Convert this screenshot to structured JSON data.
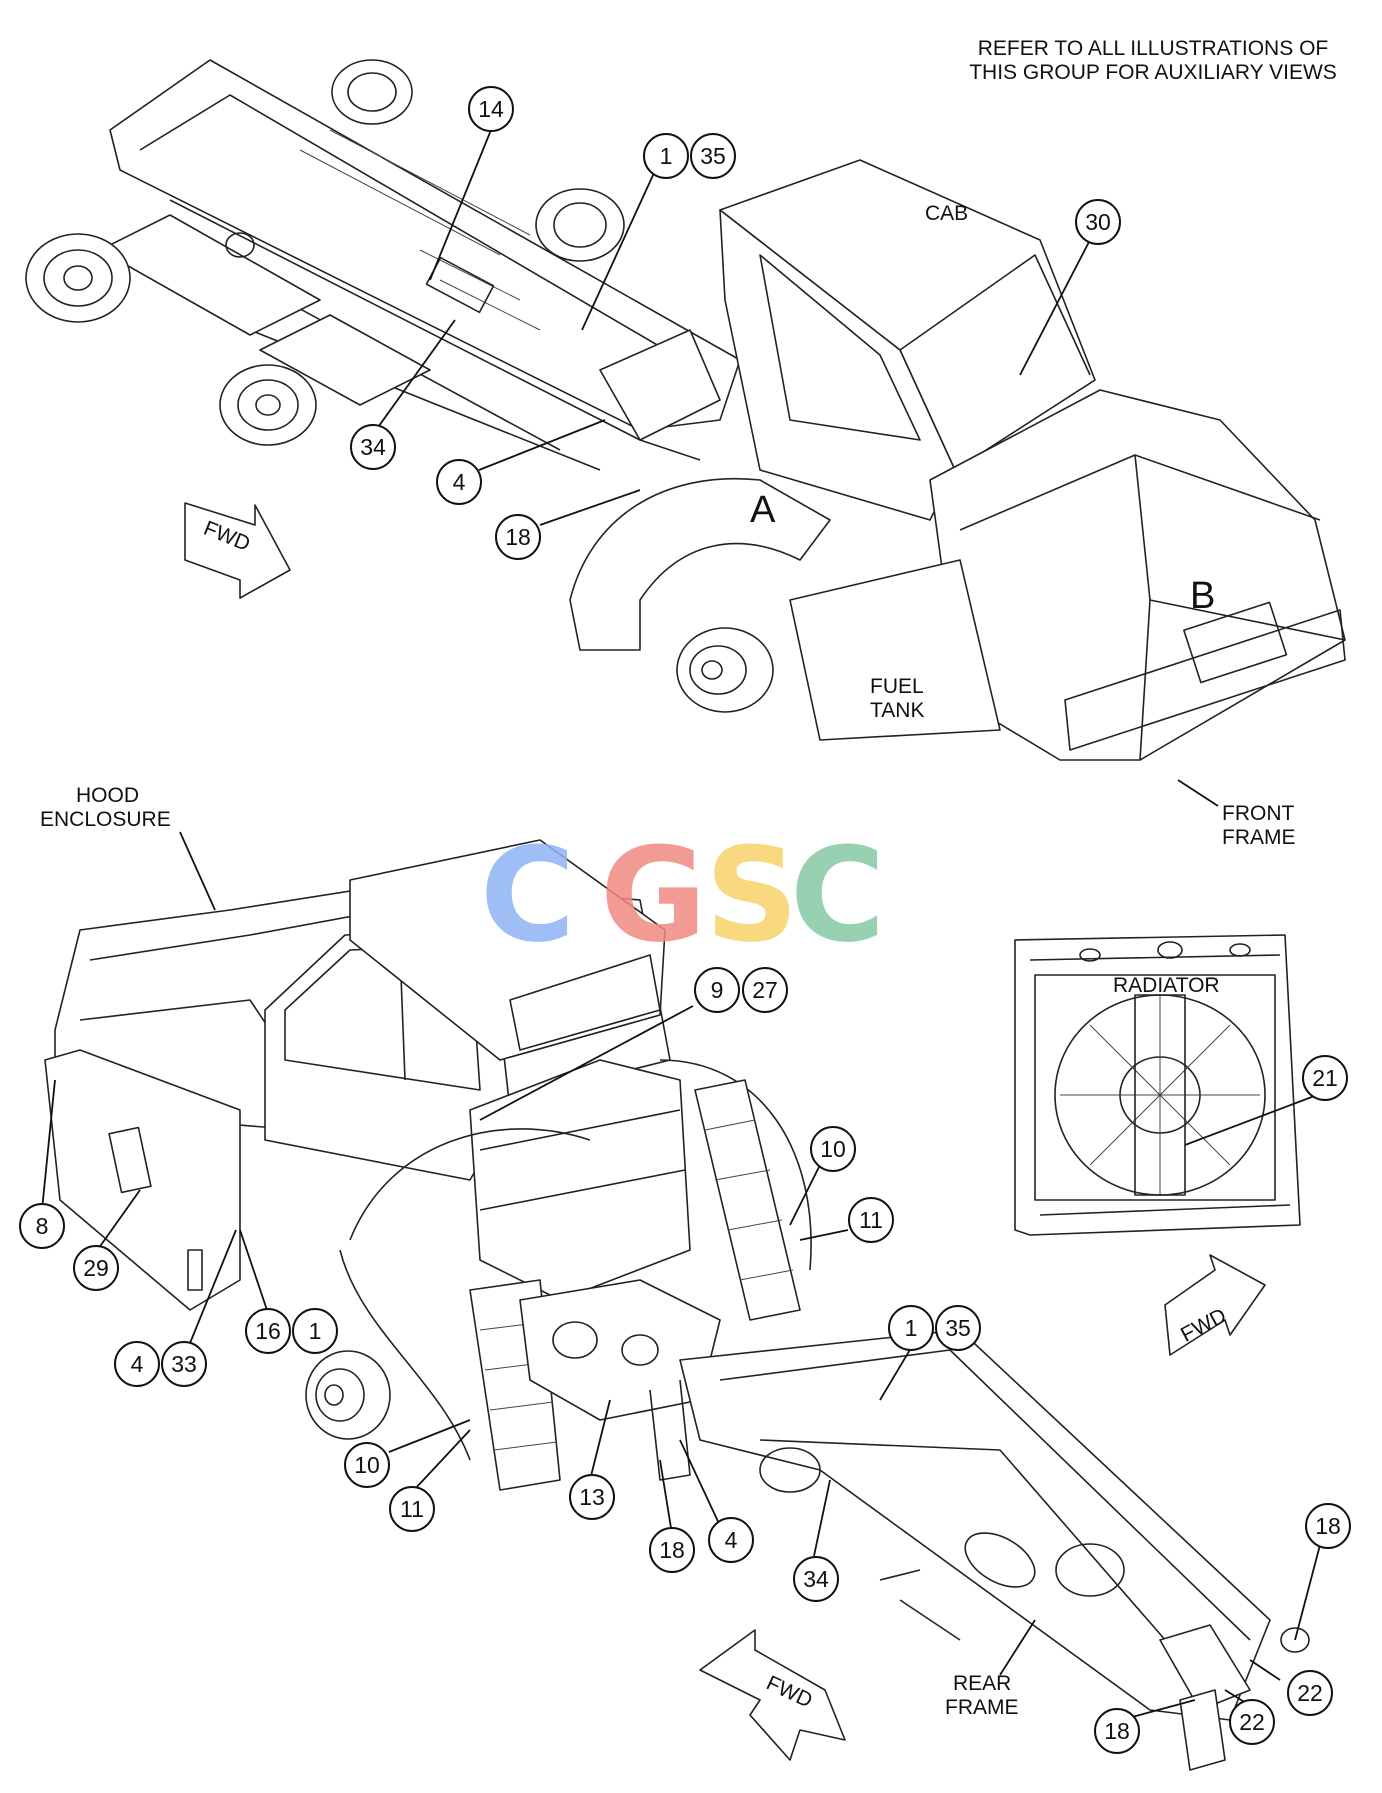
{
  "header_note": [
    "REFER TO ALL ILLUSTRATIONS OF",
    "THIS GROUP FOR AUXILIARY VIEWS"
  ],
  "labels": {
    "cab": "CAB",
    "view_a": "A",
    "view_b": "B",
    "fuel_tank": [
      "FUEL",
      "TANK"
    ],
    "front_frame": [
      "FRONT",
      "FRAME"
    ],
    "hood_enclosure": [
      "HOOD",
      "ENCLOSURE"
    ],
    "radiator": "RADIATOR",
    "rear_frame": [
      "REAR",
      "FRAME"
    ],
    "fwd": "FWD"
  },
  "watermark": {
    "letters": [
      "C",
      "G",
      "S",
      "C"
    ],
    "colors": [
      "#8fb3f5",
      "#f08a82",
      "#f7d36b",
      "#86c9a4"
    ]
  },
  "callouts_top": [
    "14",
    "1",
    "35",
    "30",
    "34",
    "4",
    "18"
  ],
  "callouts_bottom": [
    "9",
    "27",
    "10",
    "11",
    "8",
    "29",
    "16",
    "1",
    "4",
    "33",
    "21",
    "1",
    "35",
    "10",
    "11",
    "13",
    "18",
    "4",
    "34",
    "18",
    "22",
    "18",
    "22"
  ]
}
